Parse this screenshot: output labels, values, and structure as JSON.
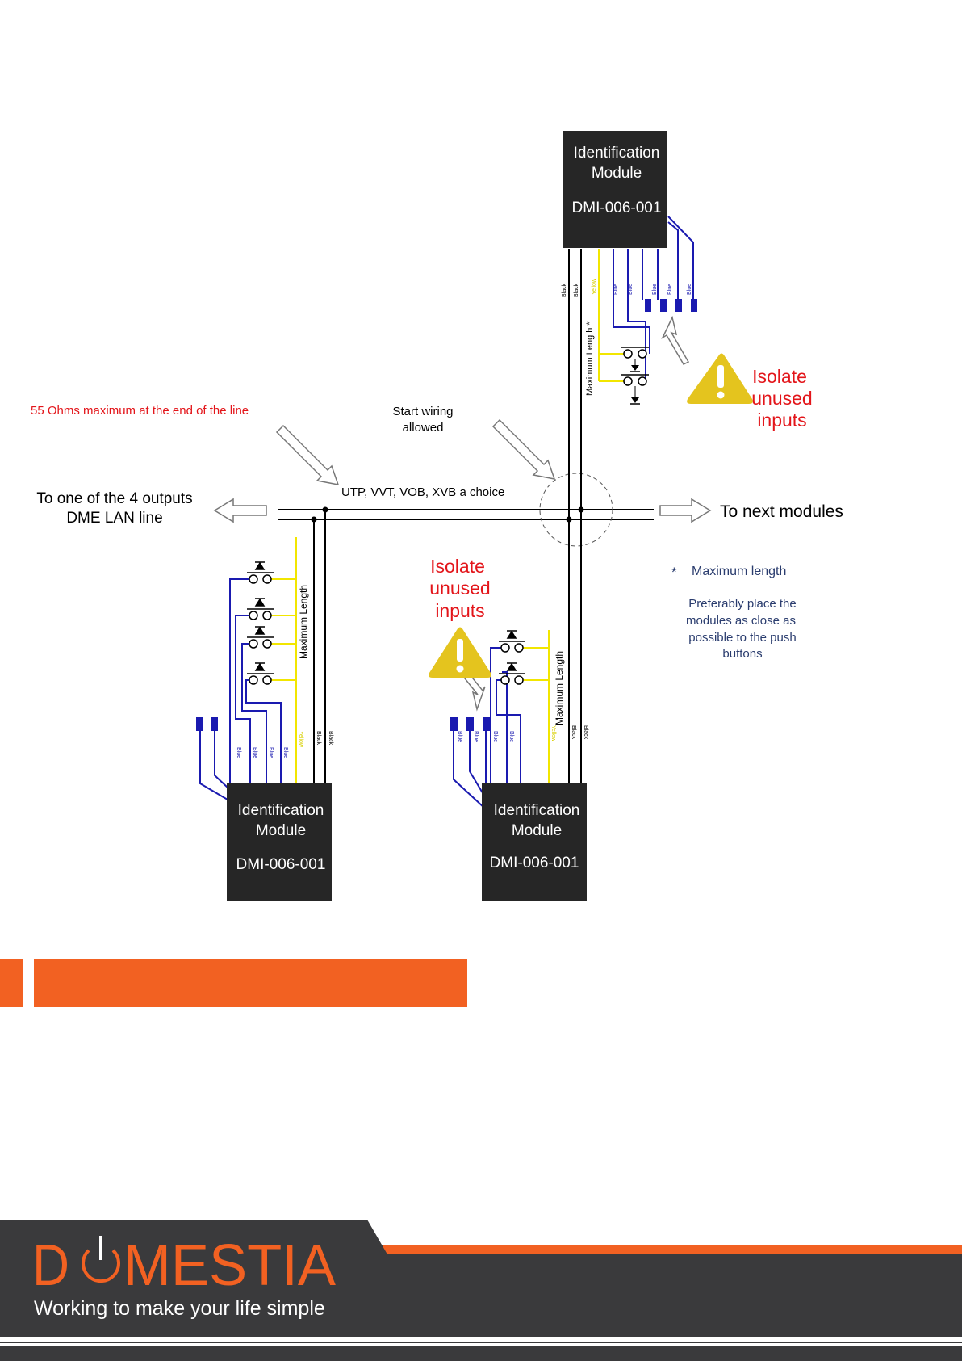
{
  "modules": {
    "top": {
      "line1": "Identification",
      "line2": "Module",
      "code": "DMI-006-001"
    },
    "left": {
      "line1": "Identification",
      "line2": "Module",
      "code": "DMI-006-001"
    },
    "right": {
      "line1": "Identification",
      "line2": "Module",
      "code": "DMI-006-001"
    }
  },
  "labels": {
    "ohms": "55 Ohms maximum at the end of the line",
    "start_line1": "Start wiring",
    "start_line2": "allowed",
    "cable_choice": "UTP, VVT, VOB, XVB  a choice",
    "to_outputs_line1": "To one of the 4 outputs",
    "to_outputs_line2": "DME LAN line",
    "to_next": "To next modules",
    "max_length": "Maximum Length",
    "max_length_star": "Maximum Length *",
    "isolate": [
      "Isolate",
      "unused",
      "inputs"
    ],
    "note_star": "*",
    "note_title": "Maximum length",
    "note_lines": [
      "Preferably place the",
      "modules as close as",
      "possible to the push",
      "buttons"
    ]
  },
  "wires": {
    "black": "Black",
    "blue": "Blue",
    "yellow": "Yellow"
  },
  "colors": {
    "orange": "#f26122",
    "red": "#e3151a",
    "blue": "#1a1ab0",
    "yellow": "#f2e600",
    "warning": "#e4c41e",
    "dark": "#3a3a3c",
    "navy": "#2a3c6e"
  },
  "footer": {
    "brand_pre": "D",
    "brand_post": "MESTIA",
    "tagline": "Working to make your life simple"
  }
}
